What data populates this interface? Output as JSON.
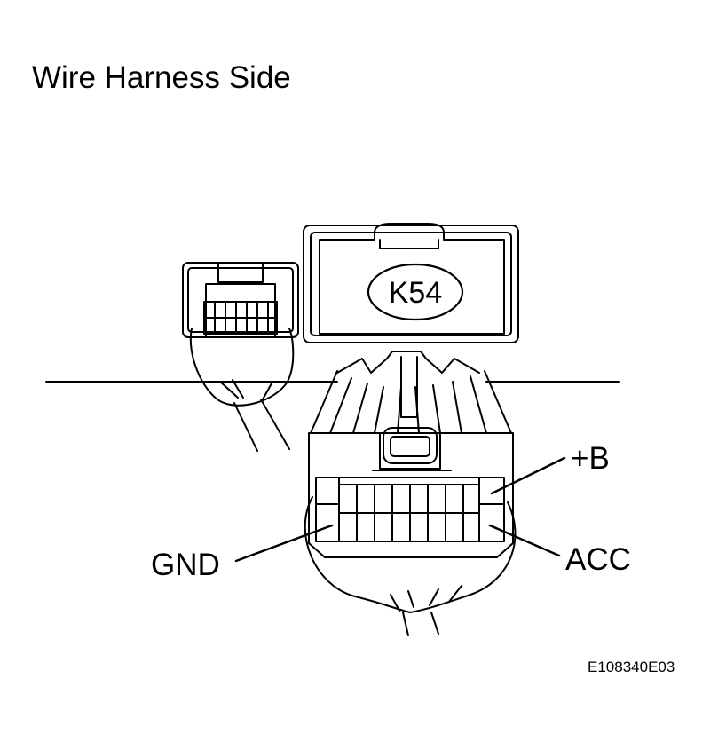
{
  "title": "Wire Harness Side",
  "connector": {
    "code": "K54"
  },
  "terminals": {
    "b_plus": "+B",
    "acc": "ACC",
    "gnd": "GND"
  },
  "figure_id": "E108340E03"
}
